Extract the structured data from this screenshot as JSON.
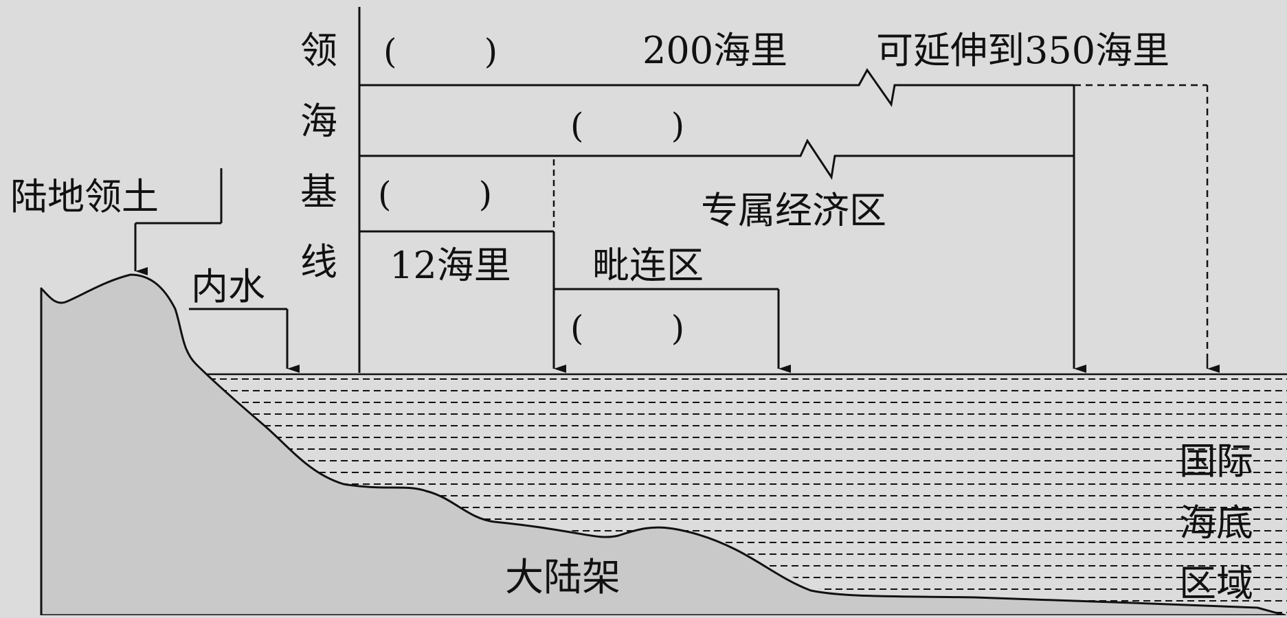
{
  "labels": {
    "land_territory": "陆地领土",
    "internal_waters": "内水",
    "baseline": [
      "领",
      "海",
      "基",
      "线"
    ],
    "territorial_sea_blank": "(        )",
    "limit_12": "12海里",
    "contiguous_zone": "毗连区",
    "contiguous_blank": "(        )",
    "eez_blank": "(        )",
    "eez": "专属经济区",
    "shelf_blank": "(        )",
    "limit_200": "200海里",
    "extend_350": "可延伸到350海里",
    "continental_shelf": "大陆架",
    "international_seabed": [
      "国际",
      "海底",
      "区域"
    ]
  },
  "colors": {
    "background": "#dcdcdc",
    "land": "#c9c9c9",
    "ink": "#111111"
  }
}
